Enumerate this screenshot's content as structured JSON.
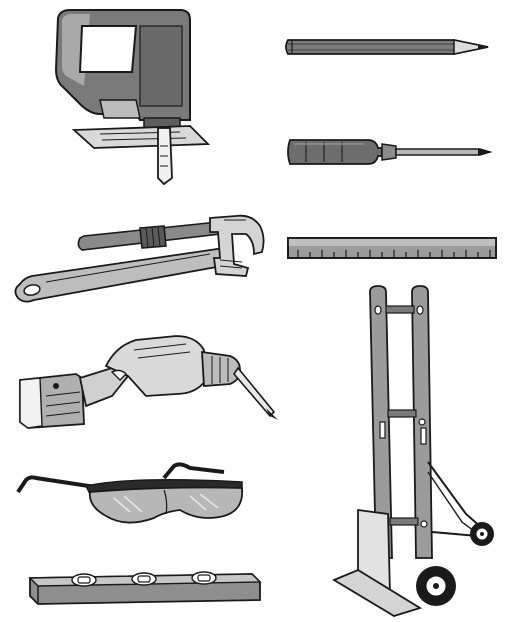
{
  "illustration": {
    "tools": [
      {
        "id": "jigsaw",
        "icon": "jigsaw-icon"
      },
      {
        "id": "pencil",
        "icon": "pencil-icon"
      },
      {
        "id": "screwdriver",
        "icon": "screwdriver-icon"
      },
      {
        "id": "pipe-wrench",
        "icon": "pipe-wrench-icon"
      },
      {
        "id": "ruler",
        "icon": "ruler-icon"
      },
      {
        "id": "cordless-drill",
        "icon": "cordless-drill-icon"
      },
      {
        "id": "hand-truck",
        "icon": "hand-truck-icon"
      },
      {
        "id": "safety-glasses",
        "icon": "safety-glasses-icon"
      },
      {
        "id": "level",
        "icon": "level-icon"
      }
    ],
    "colors": {
      "outline": "#1a1a1a",
      "dark_gray": "#5e5e5e",
      "mid_gray": "#9b9b9b",
      "light_gray": "#d2d2d2",
      "background": "#ffffff"
    }
  }
}
